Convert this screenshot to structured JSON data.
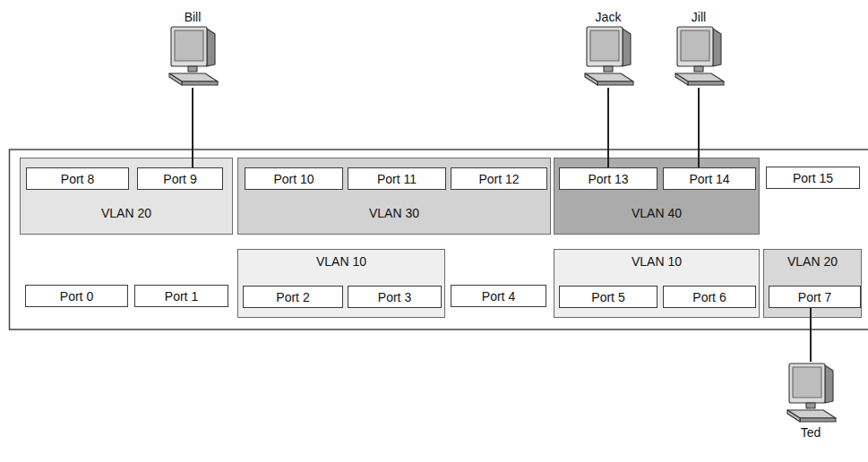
{
  "diagram": {
    "nodes": [
      {
        "text": [
          "Bill"
        ]
      },
      {
        "text": [
          "Jack"
        ]
      },
      {
        "text": [
          "Jill"
        ]
      },
      {
        "text": [
          "VLAN 20"
        ]
      },
      {
        "text": [
          "Port 8"
        ],
        "in": 3
      },
      {
        "text": [
          "Port 9"
        ],
        "in": 3
      },
      {
        "text": [
          "VLAN 30"
        ]
      },
      {
        "text": [
          "Port 10"
        ],
        "in": 6
      },
      {
        "text": [
          "Port 11"
        ],
        "in": 6
      },
      {
        "text": [
          "Port 12"
        ],
        "in": 6
      },
      {
        "text": [
          "VLAN 40"
        ]
      },
      {
        "text": [
          "Port 13"
        ],
        "in": 10
      },
      {
        "text": [
          "Port 14"
        ],
        "in": 10
      },
      {
        "text": [
          "Port 15"
        ]
      },
      {
        "text": [
          "Port 0"
        ]
      },
      {
        "text": [
          "Port 1"
        ]
      },
      {
        "text": [
          "VLAN 10"
        ]
      },
      {
        "text": [
          "Port 2"
        ],
        "in": 16
      },
      {
        "text": [
          "Port 3"
        ],
        "in": 16
      },
      {
        "text": [
          "Port 4"
        ]
      },
      {
        "text": [
          "VLAN 10"
        ]
      },
      {
        "text": [
          "Port 5"
        ],
        "in": 20
      },
      {
        "text": [
          "Port 6"
        ],
        "in": 20
      },
      {
        "text": [
          "VLAN 20"
        ]
      },
      {
        "text": [
          "Port 7"
        ],
        "in": 23
      },
      {
        "text": [
          "Ted"
        ]
      }
    ],
    "edges": [
      {
        "from": 0,
        "to": 5,
        "arrow": "none"
      },
      {
        "from": 1,
        "to": 11,
        "arrow": "none"
      },
      {
        "from": 2,
        "to": 12,
        "arrow": "none"
      },
      {
        "from": 24,
        "to": 25,
        "arrow": "none"
      }
    ]
  }
}
